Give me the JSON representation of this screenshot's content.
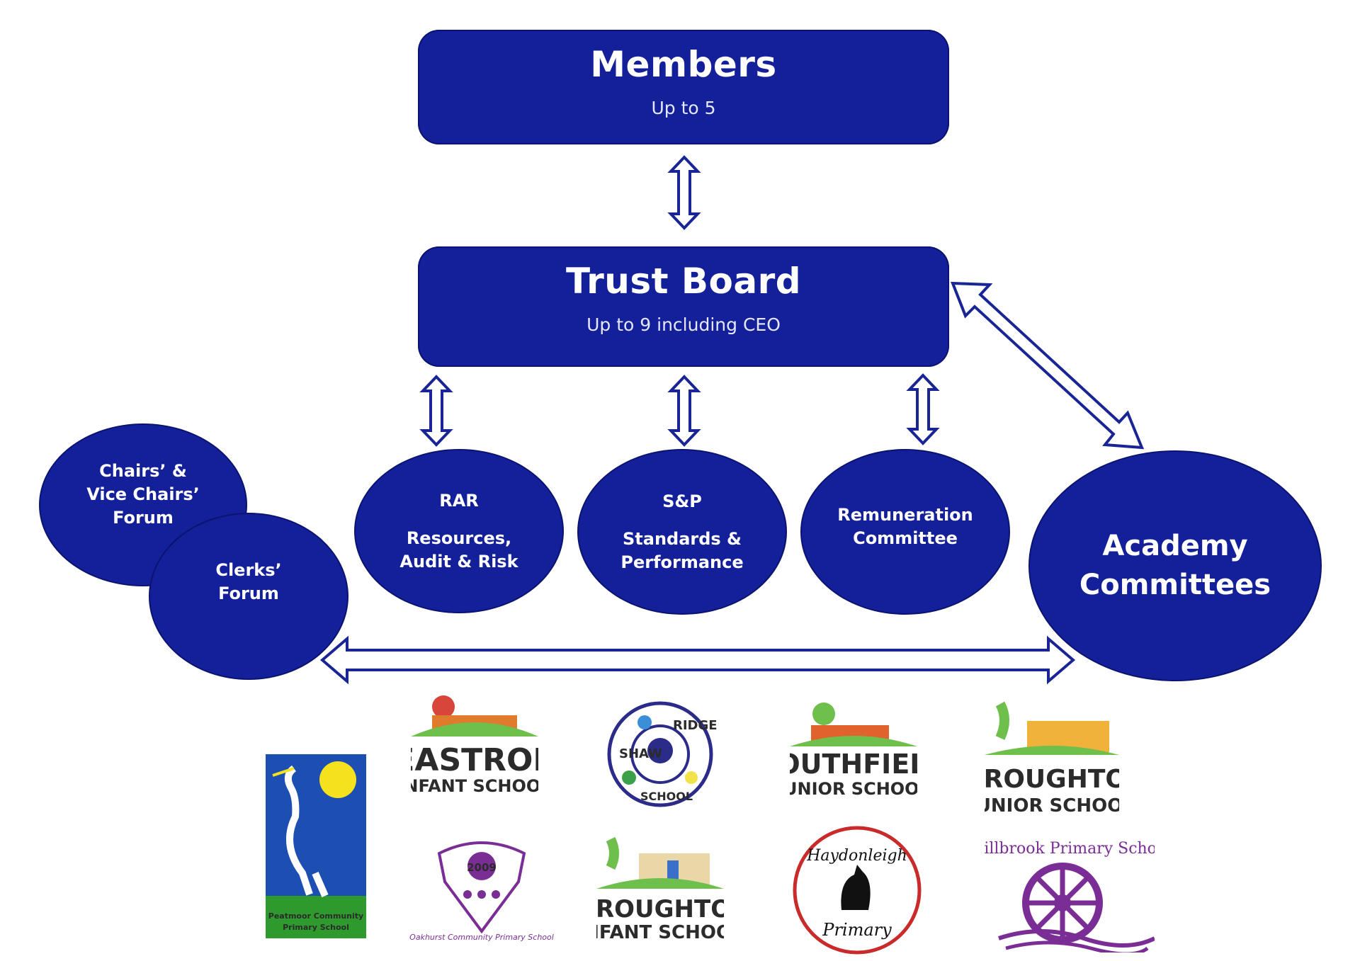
{
  "members": {
    "title": "Members",
    "subtitle": "Up to 5"
  },
  "trust_board": {
    "title": "Trust Board",
    "subtitle": "Up to 9 including CEO"
  },
  "forums": {
    "chairs": "Chairs’ &\nVice Chairs’\nForum",
    "clerks": "Clerks’\nForum"
  },
  "committees": {
    "rar": {
      "abbr": "RAR",
      "name": "Resources,\nAudit & Risk"
    },
    "sp": {
      "abbr": "S&P",
      "name": "Standards &\nPerformance"
    },
    "remuneration": {
      "name": "Remuneration\nCommittee"
    },
    "academy": {
      "name": "Academy\nCommittees"
    }
  },
  "schools": {
    "peatmoor": {
      "line1": "Peatmoor Community",
      "line2": "Primary School"
    },
    "eastrop": {
      "line1": "EASTROP",
      "line2": "INFANT SCHOOL"
    },
    "oakhurst": {
      "year": "2009",
      "name": "Oakhurst Community Primary School"
    },
    "shaw_ridge": {
      "word1": "SHAW",
      "word2": "RIDGE",
      "word3": "SCHOOL"
    },
    "wroughton_infant": {
      "line1": "WROUGHTON",
      "line2": "INFANT SCHOOL"
    },
    "southfield": {
      "line1": "SOUTHFIELD",
      "line2": "JUNIOR SCHOOL"
    },
    "haydonleigh": {
      "line1": "Haydonleigh",
      "line2": "Primary"
    },
    "wroughton_junior": {
      "line1": "WROUGHTON",
      "line2": "JUNIOR SCHOOL"
    },
    "millbrook": {
      "name": "Millbrook Primary School"
    }
  },
  "colors": {
    "primary": "#14209a",
    "arrow": "#1a2595",
    "purple": "#7b2d96"
  }
}
